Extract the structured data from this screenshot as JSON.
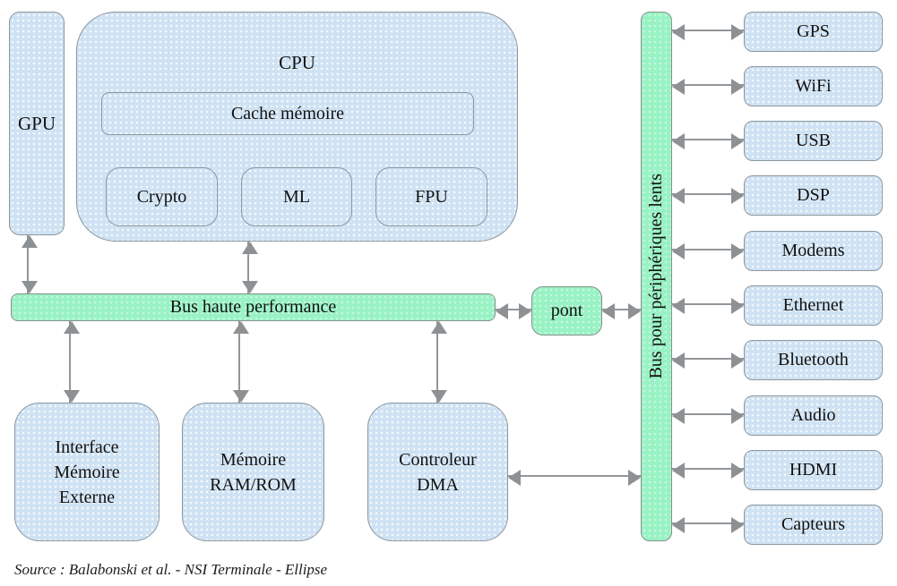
{
  "diagram": {
    "gpu_label": "GPU",
    "cpu": {
      "label": "CPU",
      "cache_label": "Cache mémoire",
      "units": [
        "Crypto",
        "ML",
        "FPU"
      ]
    },
    "fast_bus_label": "Bus haute performance",
    "bridge_label": "pont",
    "slow_bus_label": "Bus pour périphériques lents",
    "memory_boxes": [
      {
        "label": "Interface\nMémoire\nExterne"
      },
      {
        "label": "Mémoire\nRAM/ROM"
      },
      {
        "label": "Controleur\nDMA"
      }
    ],
    "peripherals": [
      "GPS",
      "WiFi",
      "USB",
      "DSP",
      "Modems",
      "Ethernet",
      "Bluetooth",
      "Audio",
      "HDMI",
      "Capteurs"
    ],
    "source_note": "Source : Balabonski et al. - NSI Terminale - Ellipse",
    "colors": {
      "block_fill": "#cfe2f3",
      "bus_fill": "#99f2c4",
      "border_gray": "#8d979e",
      "arrow_gray": "#8e9194"
    }
  }
}
